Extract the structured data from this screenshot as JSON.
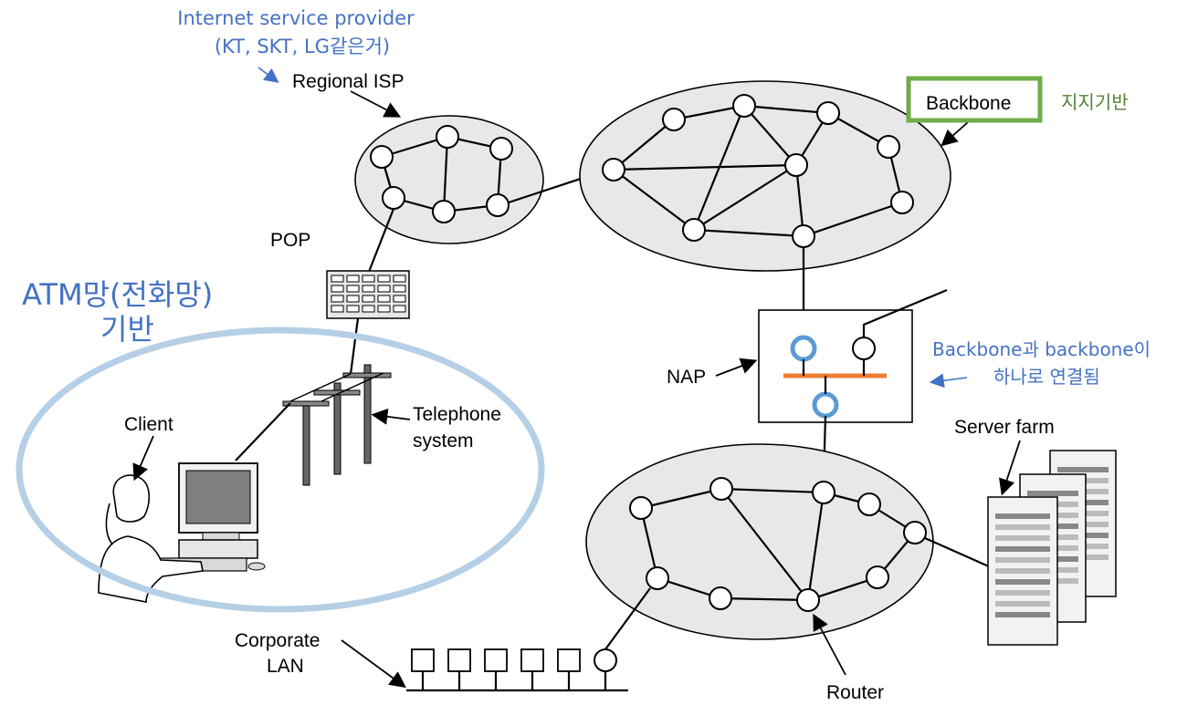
{
  "labels": {
    "isp_note_line1": "Internet service provider",
    "isp_note_line2": "(KT, SKT, LG같은거)",
    "regional_isp": "Regional ISP",
    "backbone": "Backbone",
    "backbone_note": "지지기반",
    "pop": "POP",
    "atm_line1": "ATM망(전화망)",
    "atm_line2": "기반",
    "nap": "NAP",
    "nap_note_line1": "Backbone과 backbone이",
    "nap_note_line2": "하나로 연결됨",
    "client": "Client",
    "telephone_line1": "Telephone",
    "telephone_line2": "system",
    "server_farm": "Server farm",
    "corporate_line1": "Corporate",
    "corporate_line2": "LAN",
    "router": "Router"
  },
  "colors": {
    "annotation_blue": "#4472C4",
    "annotation_green": "#548235",
    "backbone_box": "#70AD47",
    "atm_ellipse": "#B4CFE6",
    "nap_bus": "#ED7D31",
    "nap_ring": "#5B9BD5",
    "cloud_fill": "#e8e8e8"
  }
}
